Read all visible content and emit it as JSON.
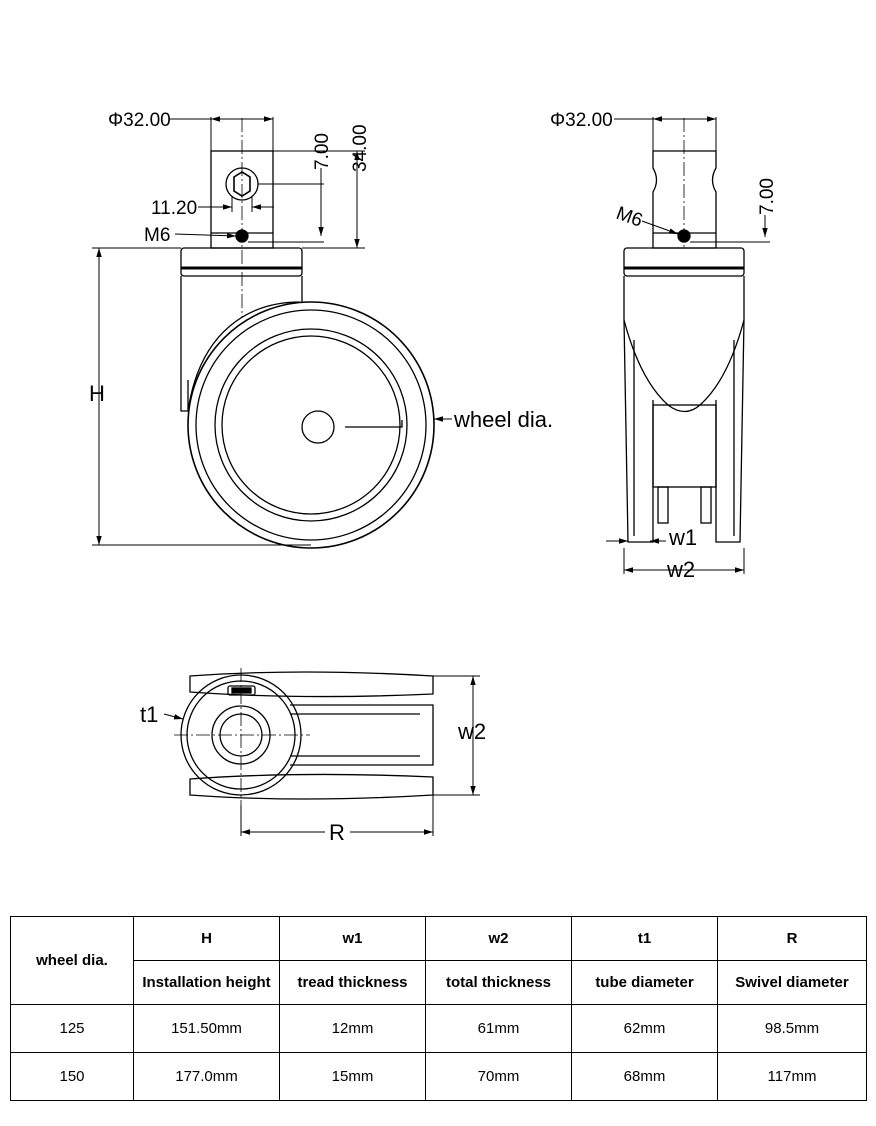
{
  "drawing": {
    "front_view": {
      "stem_diameter": "Φ32.00",
      "hex_width": "11.20",
      "thread_label": "M6",
      "offset_label": "7.00",
      "stem_height_label": "34.00",
      "height_label": "H",
      "wheel_dia_label": "wheel dia."
    },
    "side_view": {
      "stem_diameter": "Φ32.00",
      "thread_label": "M6",
      "offset_label": "7.00",
      "tread_label": "w1",
      "total_label": "w2"
    },
    "top_view": {
      "tube_label": "t1",
      "total_label": "w2",
      "swivel_label": "R"
    }
  },
  "table": {
    "first_col_header": "wheel dia.",
    "codes": [
      "H",
      "w1",
      "w2",
      "t1",
      "R"
    ],
    "descriptions": [
      "Installation height",
      "tread thickness",
      "total thickness",
      "tube diameter",
      "Swivel diameter"
    ],
    "rows": [
      [
        "125",
        "151.50mm",
        "12mm",
        "61mm",
        "62mm",
        "98.5mm"
      ],
      [
        "150",
        "177.0mm",
        "15mm",
        "70mm",
        "68mm",
        "117mm"
      ]
    ]
  }
}
